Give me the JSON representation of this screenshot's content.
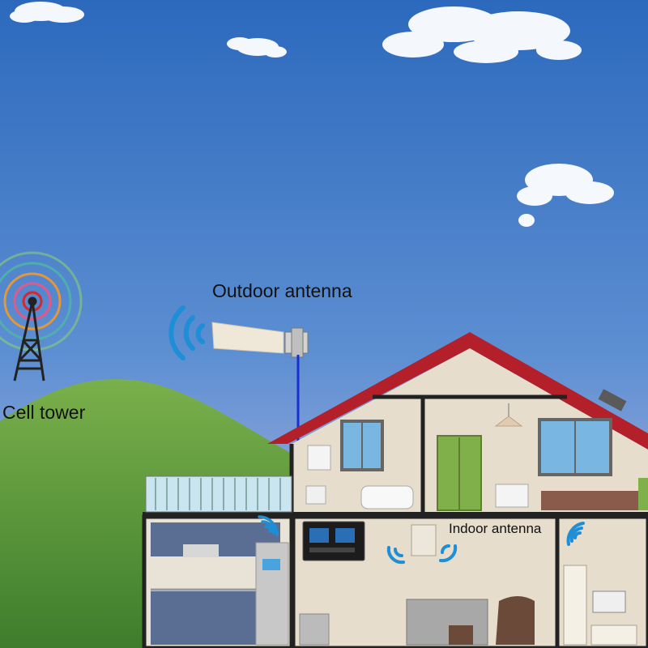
{
  "labels": {
    "outdoor_antenna": "Outdoor antenna",
    "cell_tower": "Cell tower",
    "indoor_antenna": "Indoor antenna"
  },
  "colors": {
    "sky_top": "#2f6fc0",
    "sky_bottom": "#b9b6e0",
    "hill": "#5e9d3f",
    "roof": "#b3202a",
    "wall": "#e6ddcd",
    "cable": "#1a2fd0",
    "signal_wave": "#1e8fd6"
  },
  "icons": {
    "tower": "tower-icon",
    "signal_rings": "signal-rings-icon",
    "outdoor_waves": "wifi-waves-icon",
    "indoor_waves": "wifi-waves-icon"
  }
}
